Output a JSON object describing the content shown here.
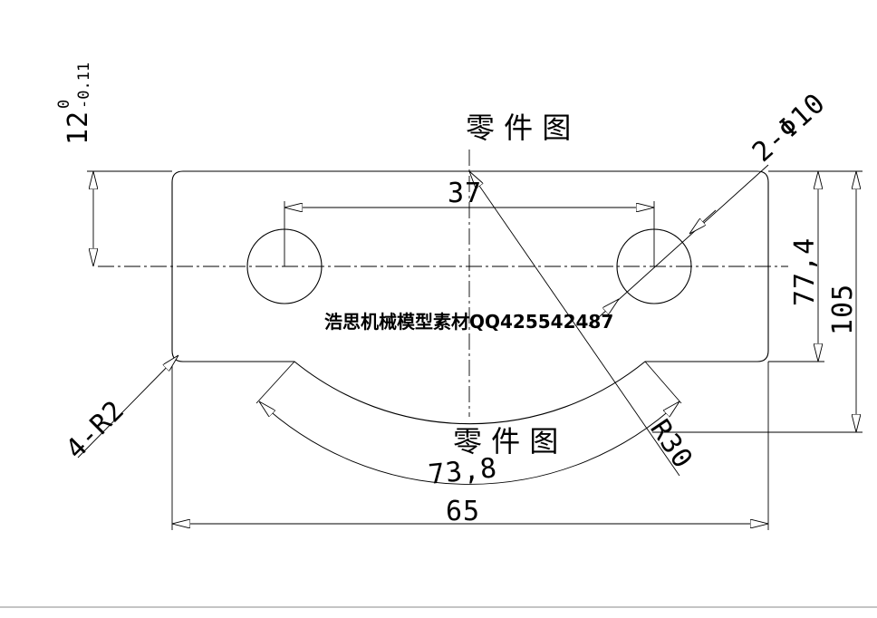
{
  "captions": {
    "top": "零 件 图",
    "bottom": "零 件 图"
  },
  "watermark": "浩思机械模型素材QQ425542487",
  "dimensions": {
    "hole_spacing": "37",
    "overall_width": "65",
    "overall_height": "105",
    "height_77": "77,4",
    "arc_length": "73,8",
    "radius_30": "R30",
    "holes": "2-Φ10",
    "corner_radius": "4-R2",
    "top_thickness_base": "12",
    "tol_upper": "0",
    "tol_lower": "-0.11"
  },
  "colors": {
    "ink": "#000000",
    "paper": "#ffffff",
    "frame": "#888888"
  }
}
